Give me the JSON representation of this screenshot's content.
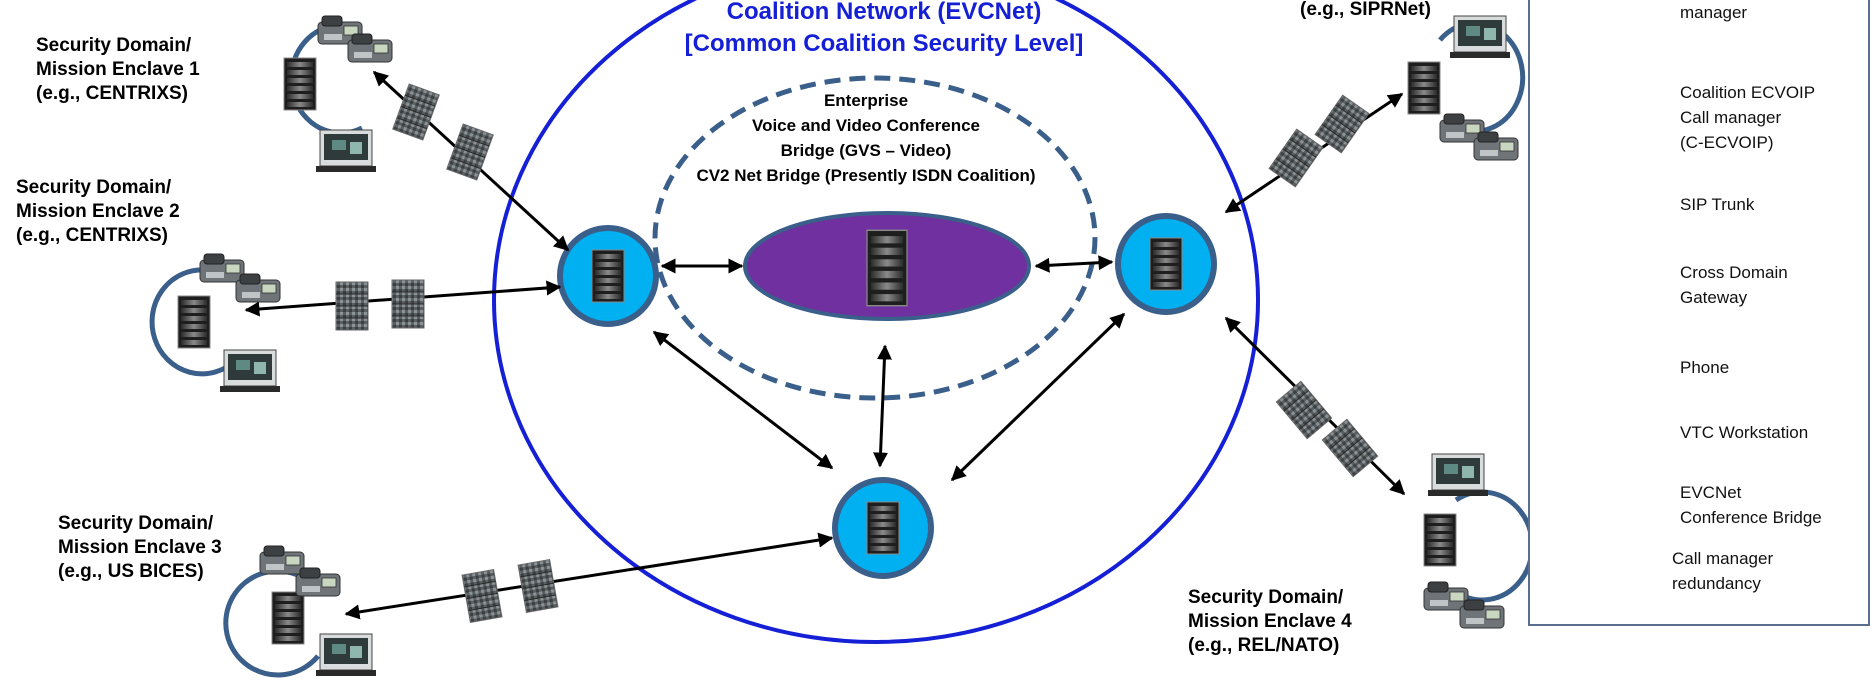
{
  "title": {
    "line1": "Coalition Network (EVCNet)",
    "line2": "[Common Coalition Security Level]"
  },
  "bridge_label": {
    "line1": "Enterprise",
    "line2": "Voice and Video Conference",
    "line3": "Bridge (GVS – Video)",
    "line4": "CV2 Net Bridge (Presently ISDN Coalition)"
  },
  "enclaves": [
    {
      "line1": "Security Domain/",
      "line2": "Mission Enclave 1",
      "line3": "(e.g., CENTRIXS)"
    },
    {
      "line1": "Security Domain/",
      "line2": "Mission Enclave 2",
      "line3": "(e.g., CENTRIXS)"
    },
    {
      "line1": "Security Domain/",
      "line2": "Mission Enclave 3",
      "line3": "(e.g., US BICES)"
    },
    {
      "line1": "Security Domain/",
      "line2": "Mission Enclave 4",
      "line3": "(e.g., REL/NATO)"
    },
    {
      "line1": "(e.g., SIPRNet)"
    }
  ],
  "legend": {
    "items": [
      {
        "icon": "call-manager-icon",
        "line1": "manager"
      },
      {
        "icon": "coalition-call-manager-icon",
        "line1": "Coalition ECVOIP",
        "line2": "Call manager",
        "line3": "(C-ECVOIP)"
      },
      {
        "icon": "sip-trunk-arrow-icon",
        "line1": "SIP Trunk"
      },
      {
        "icon": "cross-domain-gateway-icon",
        "line1": "Cross Domain",
        "line2": "Gateway"
      },
      {
        "icon": "phone-icon",
        "line1": "Phone"
      },
      {
        "icon": "vtc-workstation-icon",
        "line1": "VTC Workstation"
      },
      {
        "icon": "conference-bridge-icon",
        "line1": "EVCNet",
        "line2": "Conference Bridge"
      },
      {
        "icon": "dashed-line-icon",
        "line1": "Call manager",
        "line2": "redundancy"
      }
    ]
  },
  "colors": {
    "network_circle": "#1520d6",
    "title_text": "#1520d6",
    "node_fill": "#00b0f0",
    "node_ring": "#3a5f8a",
    "bridge_fill": "#7030a0",
    "dashed": "#3a5f8a",
    "legend_border": "#5a6f8f"
  }
}
